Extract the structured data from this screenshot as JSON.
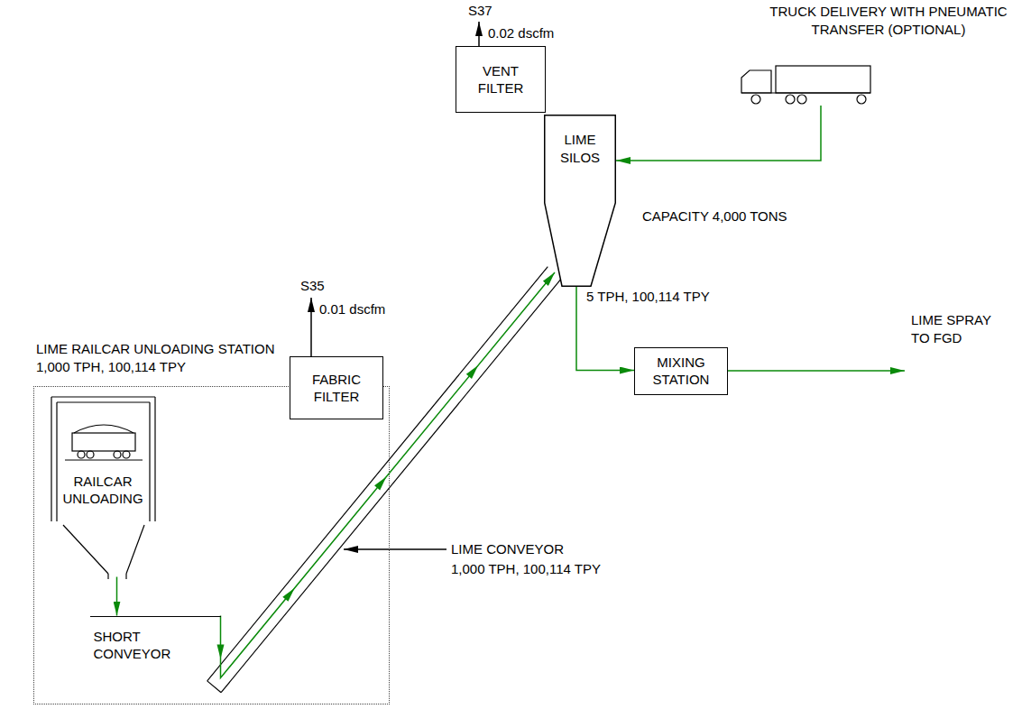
{
  "diagram": {
    "nodes": [
      {
        "text": [
          "LIME RAILCAR UNLOADING STATION",
          "1,000 TPH, 100,114 TPY"
        ]
      },
      {
        "text": [
          "RAILCAR UNLOADING"
        ],
        "in": 0
      },
      {
        "text": [
          "SHORT CONVEYOR"
        ],
        "in": 0
      },
      {
        "text": [
          "FABRIC FILTER"
        ]
      },
      {
        "text": [
          "VENT FILTER"
        ]
      },
      {
        "text": [
          "LIME SILOS"
        ]
      },
      {
        "text": [
          "TRUCK DELIVERY WITH PNEUMATIC TRANSFER (OPTIONAL)"
        ]
      },
      {
        "text": [
          "MIXING STATION"
        ]
      }
    ],
    "edges": [
      {
        "from": 1,
        "to": 2,
        "arrow": "to"
      },
      {
        "from": 2,
        "to": 5,
        "arrow": "to"
      },
      {
        "from": 6,
        "to": 5,
        "arrow": "to"
      },
      {
        "from": 5,
        "to": 7,
        "label": "5 TPH, 100,114 TPY",
        "arrow": "to"
      }
    ],
    "labels": [
      "S37",
      "0.02 dscfm",
      "CAPACITY 4,000 TONS",
      "S35",
      "0.01 dscfm",
      "LIME CONVEYOR",
      "1,000 TPH, 100,114 TPY",
      "LIME SPRAY TO FGD"
    ]
  }
}
